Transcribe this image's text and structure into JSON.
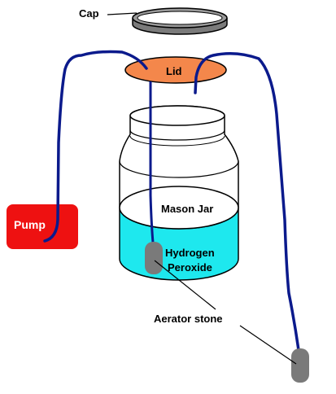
{
  "diagram": {
    "labels": {
      "cap": "Cap",
      "lid": "Lid",
      "pump": "Pump",
      "jar": "Mason Jar",
      "liquid_line1": "Hydrogen",
      "liquid_line2": "Peroxide",
      "stone": "Aerator stone"
    },
    "colors": {
      "tube": "#0b1a8c",
      "lid": "#f4874b",
      "pump": "#ee1111",
      "liquid": "#1ee8ee",
      "stone": "#7a7a7a",
      "cap": "#777777"
    }
  }
}
